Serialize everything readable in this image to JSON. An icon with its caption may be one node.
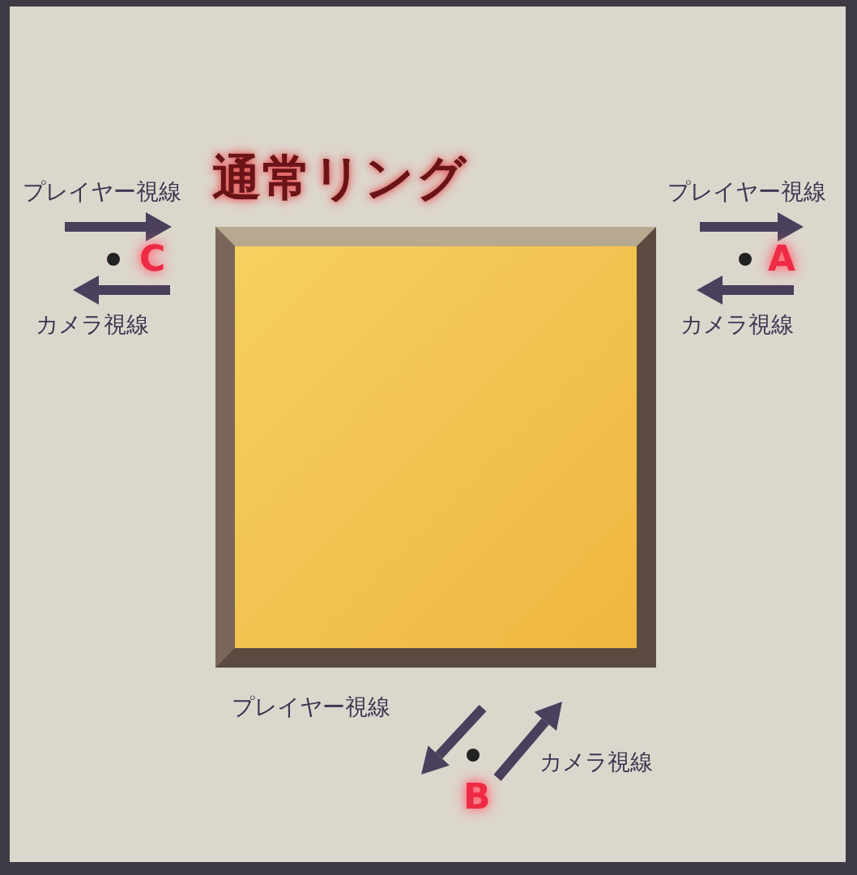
{
  "diagram": {
    "nodes": [
      {
        "text": [
          "通常リング"
        ]
      }
    ],
    "labels": [
      "プレイヤー視線",
      "プレイヤー視線",
      "C",
      "A",
      "カメラ視線",
      "カメラ視線",
      "プレイヤー視線",
      "カメラ視線",
      "B"
    ]
  }
}
